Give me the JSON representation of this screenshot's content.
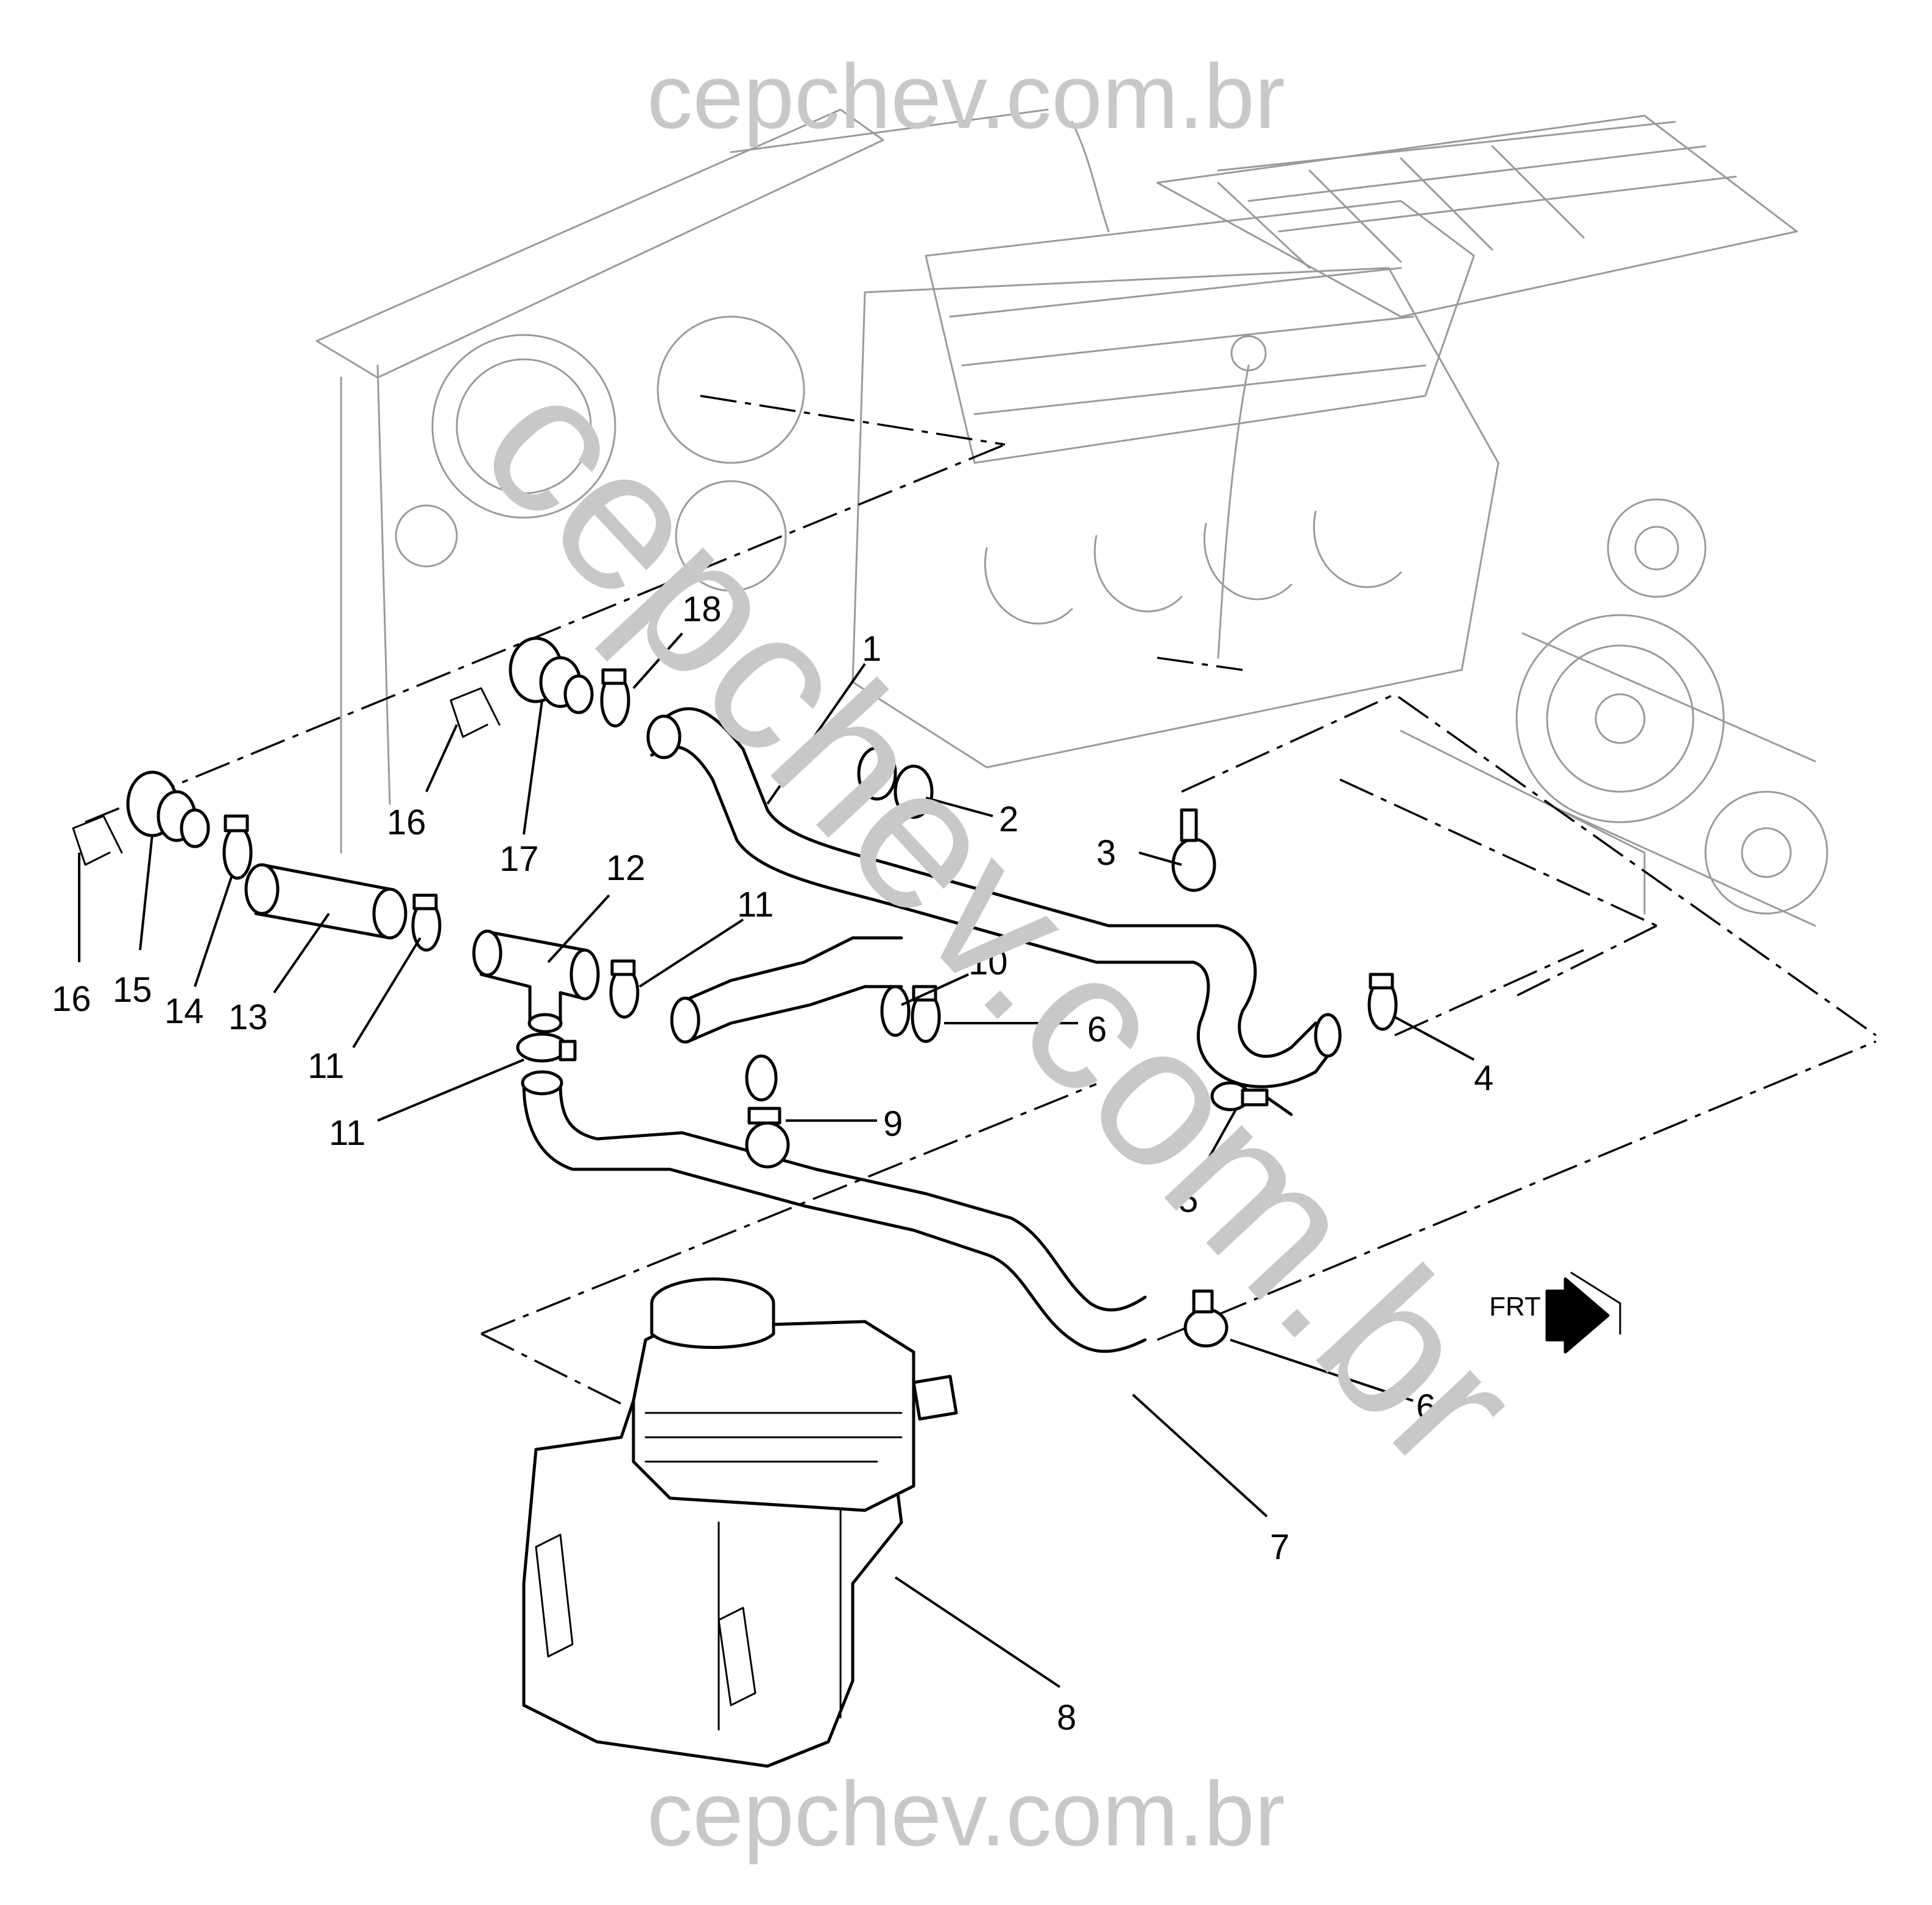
{
  "watermark": {
    "top": "cepchev.com.br",
    "bottom": "cepchev.com.br",
    "diagonal": "cepchev.com.br"
  },
  "orientation_label": "FRT",
  "colors": {
    "line": "#000000",
    "watermark": "#c8c8c8",
    "background": "#ffffff",
    "engine_detail": "#9a9a9a"
  },
  "callouts": [
    "1",
    "2",
    "3",
    "4",
    "5",
    "6",
    "6",
    "7",
    "8",
    "9",
    "10",
    "11",
    "11",
    "11",
    "12",
    "13",
    "14",
    "15",
    "16",
    "16",
    "17",
    "18"
  ]
}
